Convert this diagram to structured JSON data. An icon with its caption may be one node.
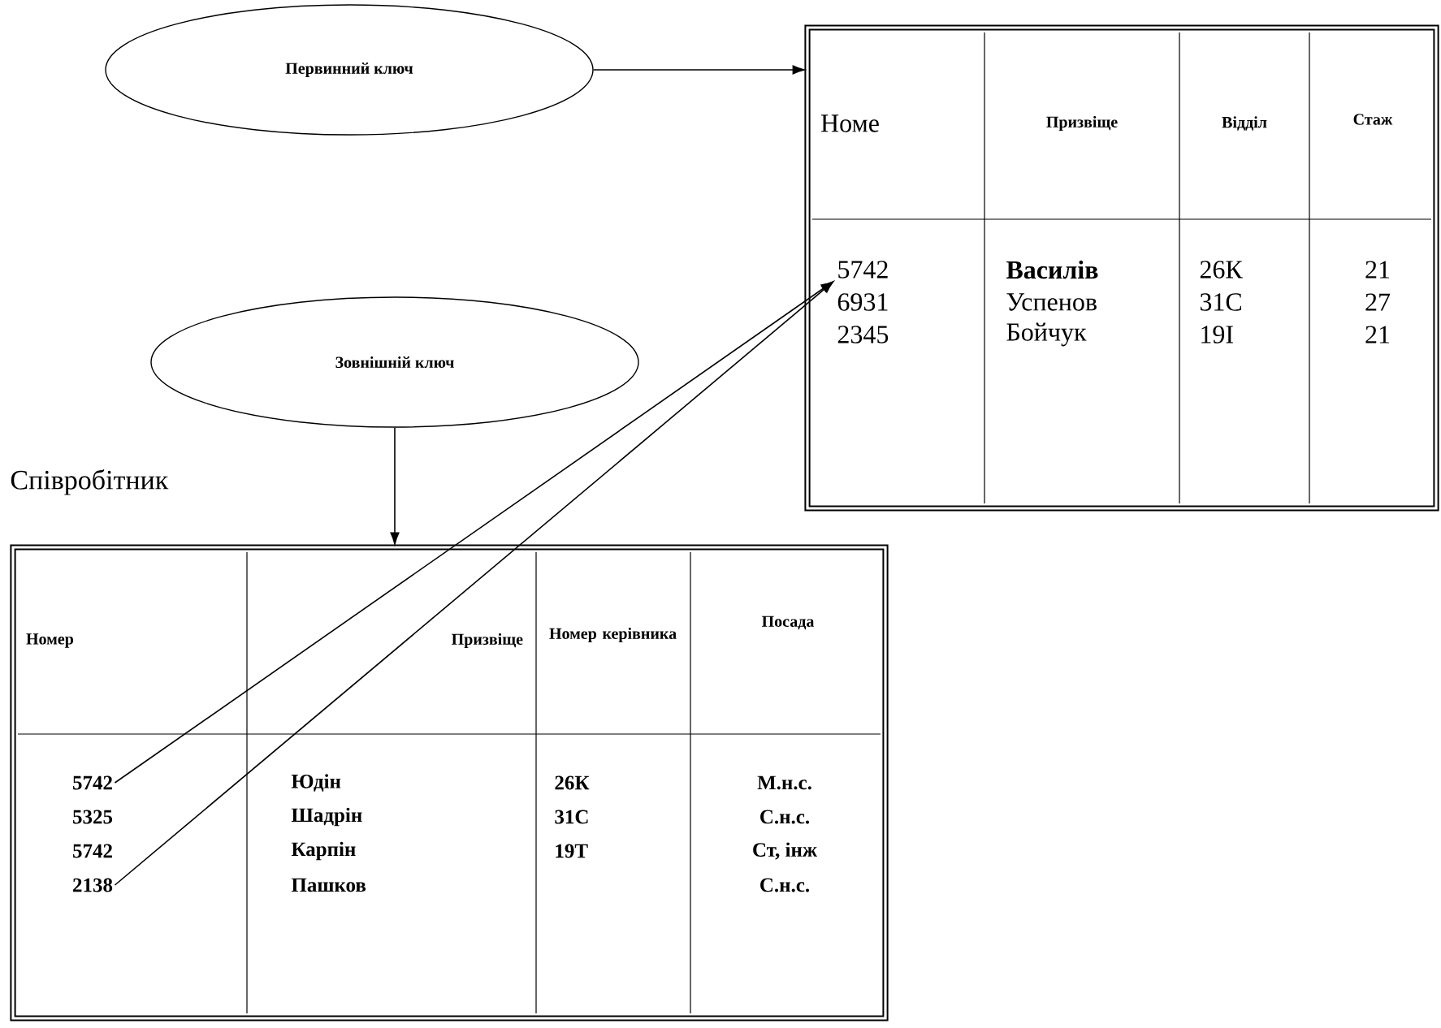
{
  "diagram": {
    "nodes": [
      {
        "text": [
          "Первинний ключ"
        ]
      },
      {
        "text": [
          "Зовнішній ключ"
        ]
      },
      {
        "text": [],
        "shape": "box"
      },
      {
        "text": [
          "Номе"
        ],
        "in": 2
      },
      {
        "text": [
          "Призвіще"
        ],
        "in": 2
      },
      {
        "text": [
          "Відділ"
        ],
        "in": 2
      },
      {
        "text": [
          "Стаж"
        ],
        "in": 2
      },
      {
        "text": [
          "5742"
        ],
        "in": 2
      },
      {
        "text": [
          "Василів"
        ],
        "in": 2
      },
      {
        "text": [
          "26К"
        ],
        "in": 2
      },
      {
        "text": [
          "21"
        ],
        "in": 2
      },
      {
        "text": [
          "6931"
        ],
        "in": 2
      },
      {
        "text": [
          "Успенов"
        ],
        "in": 2
      },
      {
        "text": [
          "31С"
        ],
        "in": 2
      },
      {
        "text": [
          "27"
        ],
        "in": 2
      },
      {
        "text": [
          "2345"
        ],
        "in": 2
      },
      {
        "text": [
          "Бойчук"
        ],
        "in": 2
      },
      {
        "text": [
          "19I"
        ],
        "in": 2
      },
      {
        "text": [
          "21"
        ],
        "in": 2
      },
      {
        "text": [
          "Співробітник"
        ]
      },
      {
        "text": [
          "Номер"
        ],
        "in": 19
      },
      {
        "text": [
          "Призвіще"
        ],
        "in": 19
      },
      {
        "text": [
          "Номер керівника"
        ],
        "in": 19
      },
      {
        "text": [
          "Посада"
        ],
        "in": 19
      },
      {
        "text": [
          "5742"
        ],
        "in": 19
      },
      {
        "text": [
          "Юдін"
        ],
        "in": 19
      },
      {
        "text": [
          "26К"
        ],
        "in": 19
      },
      {
        "text": [
          "М.н.с."
        ],
        "in": 19
      },
      {
        "text": [
          "5325"
        ],
        "in": 19
      },
      {
        "text": [
          "Шадрін"
        ],
        "in": 19
      },
      {
        "text": [
          "31С"
        ],
        "in": 19
      },
      {
        "text": [
          "С.н.с."
        ],
        "in": 19
      },
      {
        "text": [
          "5742"
        ],
        "in": 19
      },
      {
        "text": [
          "Карпін"
        ],
        "in": 19
      },
      {
        "text": [
          "19Т"
        ],
        "in": 19
      },
      {
        "text": [
          "Ст, інж"
        ],
        "in": 19
      },
      {
        "text": [
          "2138"
        ],
        "in": 19
      },
      {
        "text": [
          "Пашков"
        ],
        "in": 19
      },
      {
        "text": [
          "С.н.с."
        ],
        "in": 19
      }
    ],
    "edges": [
      {
        "from": 0,
        "to": 3,
        "arrow": "to"
      },
      {
        "from": 1,
        "to": 21,
        "arrow": "to"
      },
      {
        "from": 24,
        "to": 7,
        "arrow": "to"
      },
      {
        "from": 36,
        "to": 7,
        "arrow": "to"
      }
    ]
  }
}
